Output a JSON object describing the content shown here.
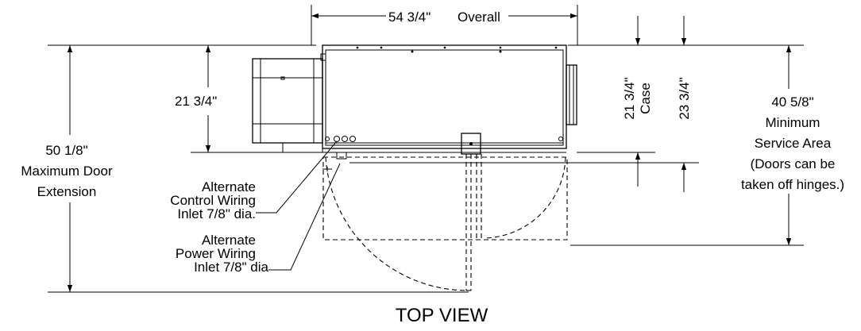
{
  "dims": {
    "overall": "54 3/4\"",
    "overall_word": "Overall",
    "height_left": "21 3/4\"",
    "case_dim": "21 3/4\"",
    "case_word": "Case",
    "dim_23": "23 3/4\"",
    "service_l1": "40 5/8\"",
    "service_l2": "Minimum",
    "service_l3": "Service Area",
    "service_l4": "(Doors can be",
    "service_l5": "taken off hinges.)",
    "door_l1": "50 1/8\"",
    "door_l2": "Maximum Door",
    "door_l3": "Extension"
  },
  "notes": {
    "control_l1": "Alternate",
    "control_l2": "Control Wiring",
    "control_l3": "Inlet 7/8\" dia.",
    "power_l1": "Alternate",
    "power_l2": "Power Wiring",
    "power_l3": "Inlet 7/8\" dia"
  },
  "title": "TOP VIEW"
}
